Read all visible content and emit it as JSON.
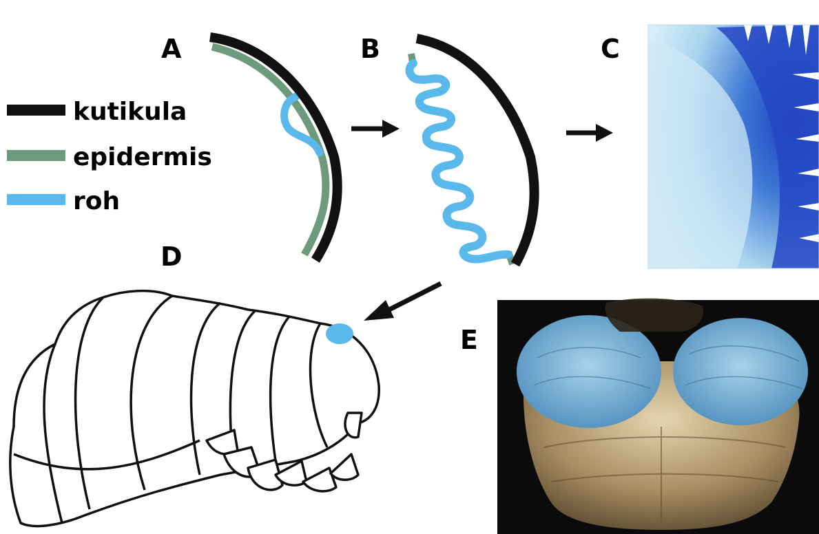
{
  "panels": {
    "a": "A",
    "b": "B",
    "c": "C",
    "d": "D",
    "e": "E"
  },
  "legend": [
    {
      "label": "kutikula",
      "color": "#111111"
    },
    {
      "label": "epidermis",
      "color": "#6e9a7c"
    },
    {
      "label": "roh",
      "color": "#5ab8ea"
    }
  ],
  "colors": {
    "cuticle": "#111111",
    "epidermis": "#6e9a7c",
    "horn": "#5ab8ea",
    "histology_stain": "#1d4fc8",
    "sem_blue": "#7fb6d9",
    "sem_tan": "#b8a27c"
  }
}
